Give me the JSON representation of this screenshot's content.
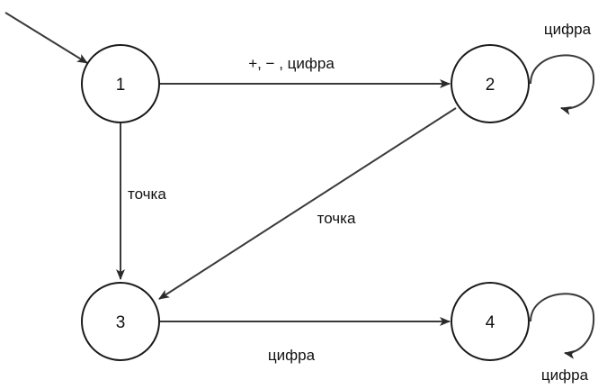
{
  "states": [
    {
      "id": "1",
      "label": "1"
    },
    {
      "id": "2",
      "label": "2"
    },
    {
      "id": "3",
      "label": "3"
    },
    {
      "id": "4",
      "label": "4"
    }
  ],
  "start_state": "1",
  "transitions": [
    {
      "from": "1",
      "to": "2",
      "label": "+, − , цифра"
    },
    {
      "from": "2",
      "to": "2",
      "label": "цифра"
    },
    {
      "from": "1",
      "to": "3",
      "label": "точка"
    },
    {
      "from": "2",
      "to": "3",
      "label": "точка"
    },
    {
      "from": "3",
      "to": "4",
      "label": "цифра"
    },
    {
      "from": "4",
      "to": "4",
      "label": "цифра"
    }
  ]
}
